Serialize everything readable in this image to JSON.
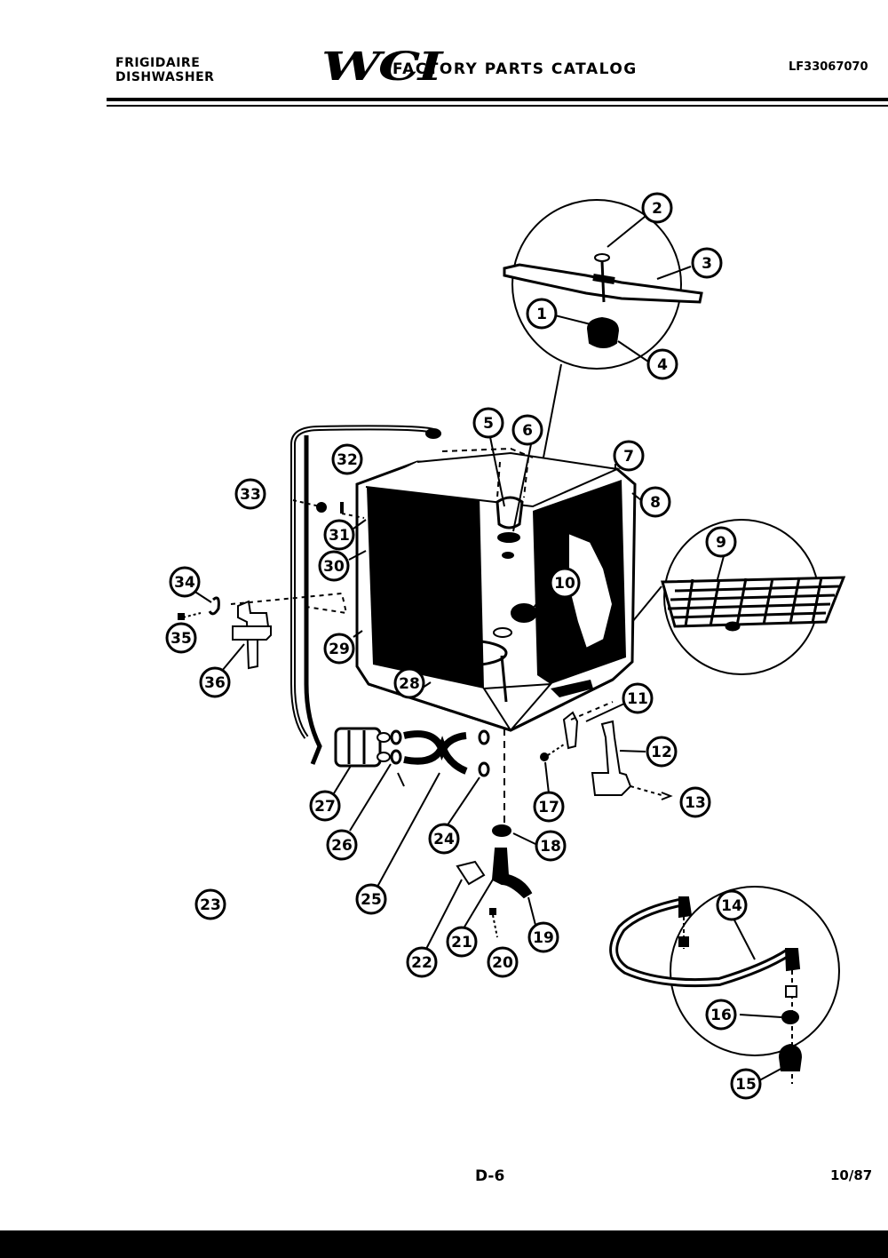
{
  "header": {
    "brand_line1": "FRIGIDAIRE",
    "brand_line2": "DISHWASHER",
    "logo": "WCI",
    "catalog_title": "FACTORY PARTS CATALOG",
    "model": "LF33067070"
  },
  "footer": {
    "page": "D-6",
    "date": "10/87"
  },
  "diagram": {
    "type": "exploded-parts-view",
    "callouts": [
      "1",
      "2",
      "3",
      "4",
      "5",
      "6",
      "7",
      "8",
      "9",
      "10",
      "11",
      "12",
      "13",
      "14",
      "15",
      "16",
      "17",
      "18",
      "19",
      "20",
      "21",
      "22",
      "23",
      "24",
      "25",
      "26",
      "27",
      "28",
      "29",
      "30",
      "31",
      "32",
      "33",
      "34",
      "35",
      "36"
    ]
  }
}
